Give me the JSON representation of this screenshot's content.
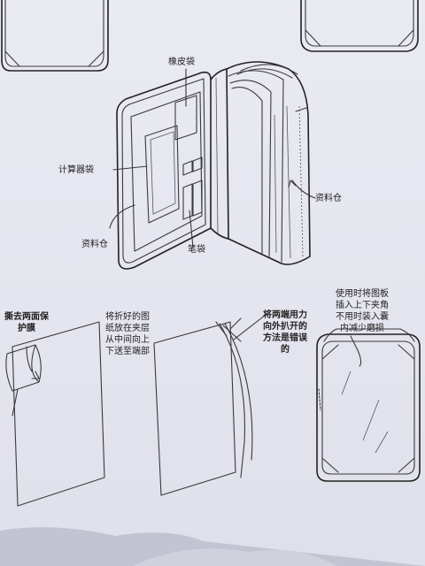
{
  "labels": {
    "eraser_pocket": "橡皮袋",
    "calculator_pocket": "计算器袋",
    "file_pocket_left": "资料仓",
    "pen_pocket": "笔袋",
    "file_pocket_right": "资料仓",
    "peel_film": "撕去两面保护膜",
    "insert_sheet": "将折好的图纸放在夹层从中间向上下送至端部",
    "wrong_method": "将两端用力向外扒开的方法是错误的",
    "storage_tip": "使用时将图板插入上下夹角不用时装入囊内减少磨损"
  }
}
